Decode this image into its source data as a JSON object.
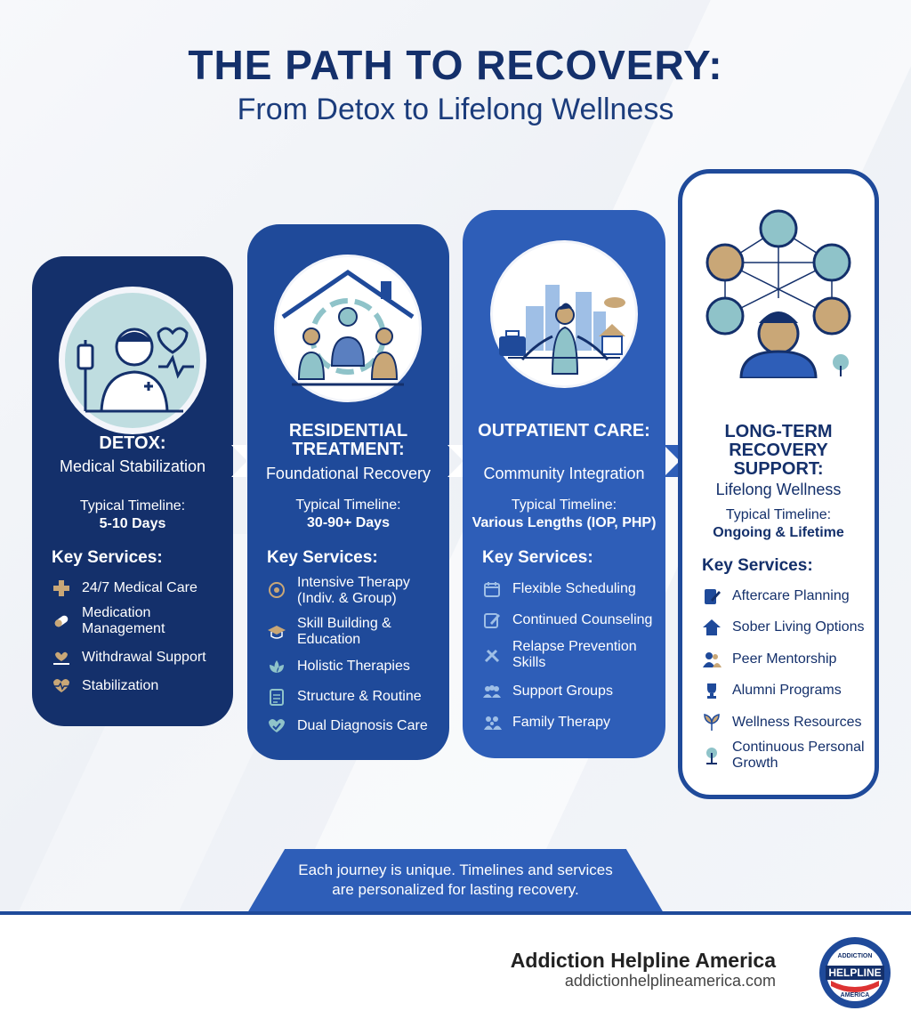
{
  "header": {
    "title": "THE PATH TO RECOVERY:",
    "subtitle": "From Detox to Lifelong Wellness"
  },
  "stages": [
    {
      "name": "DETOX:",
      "subtitle": "Medical Stabilization",
      "timeline_label": "Typical Timeline:",
      "timeline_value": "5-10 Days",
      "services_heading": "Key Services:",
      "services": [
        "24/7 Medical Care",
        "Medication Management",
        "Withdrawal Support",
        "Stabilization"
      ],
      "icons": [
        "medical-cross-icon",
        "pills-icon",
        "hand-heart-icon",
        "heartbeat-icon"
      ],
      "illustration": "medical-staff-icon"
    },
    {
      "name": "RESIDENTIAL TREATMENT:",
      "subtitle": "Foundational Recovery",
      "timeline_label": "Typical Timeline:",
      "timeline_value": "30-90+ Days",
      "services_heading": "Key Services:",
      "services": [
        "Intensive Therapy (Indiv. & Group)",
        "Skill Building & Education",
        "Holistic Therapies",
        "Structure & Routine",
        "Dual Diagnosis Care"
      ],
      "icons": [
        "brain-head-icon",
        "graduation-cap-icon",
        "lotus-icon",
        "clipboard-icon",
        "heart-check-icon"
      ],
      "illustration": "group-therapy-house-icon"
    },
    {
      "name": "OUTPATIENT CARE:",
      "subtitle": "Community Integration",
      "timeline_label": "Typical Timeline:",
      "timeline_value": "Various Lengths (IOP, PHP)",
      "services_heading": "Key Services:",
      "services": [
        "Flexible Scheduling",
        "Continued Counseling",
        "Relapse Prevention Skills",
        "Support Groups",
        "Family Therapy"
      ],
      "icons": [
        "calendar-icon",
        "edit-icon",
        "tools-icon",
        "group-icon",
        "family-icon"
      ],
      "illustration": "city-balance-icon"
    },
    {
      "name": "LONG-TERM RECOVERY SUPPORT:",
      "subtitle": "Lifelong Wellness",
      "timeline_label": "Typical Timeline:",
      "timeline_value": "Ongoing & Lifetime",
      "services_heading": "Key Services:",
      "services": [
        "Aftercare Planning",
        "Sober Living Options",
        "Peer Mentorship",
        "Alumni Programs",
        "Wellness Resources",
        "Continuous Personal Growth"
      ],
      "icons": [
        "document-pen-icon",
        "home-icon",
        "people-icon",
        "trophy-icon",
        "sprout-icon",
        "tree-icon"
      ],
      "illustration": "support-network-icon"
    }
  ],
  "footer": {
    "note_line1": "Each journey is unique. Timelines and services",
    "note_line2": "are personalized for lasting recovery."
  },
  "brand": {
    "name": "Addiction Helpline America",
    "url": "addictionhelplineamerica.com",
    "logo_text_top": "ADDICTION",
    "logo_text_mid": "HELPLINE",
    "logo_text_bottom": "AMERICA"
  },
  "colors": {
    "navy": "#14306b",
    "blue": "#1f4a9a",
    "mid_blue": "#2e5eb8",
    "teal": "#8fc3c9",
    "tan": "#c9a777"
  }
}
